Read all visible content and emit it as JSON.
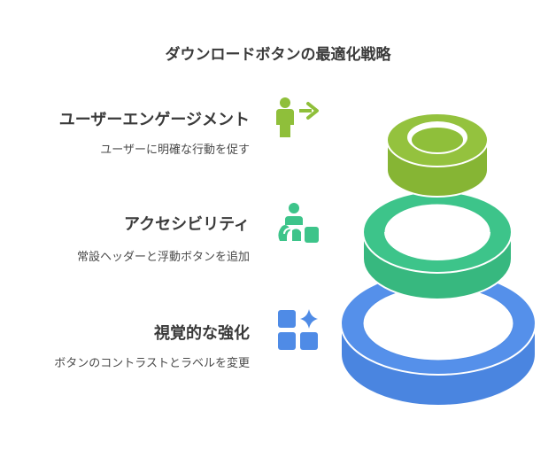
{
  "title": "ダウンロードボタンの最適化戦略",
  "items": [
    {
      "title": "ユーザーエンゲージメント",
      "description": "ユーザーに明確な行動を促す",
      "icon": "person-arrow-icon",
      "color": "#8fbf3a"
    },
    {
      "title": "アクセシビリティ",
      "description": "常設ヘッダーと浮動ボタンを追加",
      "icon": "hand-touch-icon",
      "color": "#3dc48a"
    },
    {
      "title": "視覚的な強化",
      "description": "ボタンのコントラストとラベルを変更",
      "icon": "shapes-sparkle-icon",
      "color": "#4f8be6"
    }
  ]
}
